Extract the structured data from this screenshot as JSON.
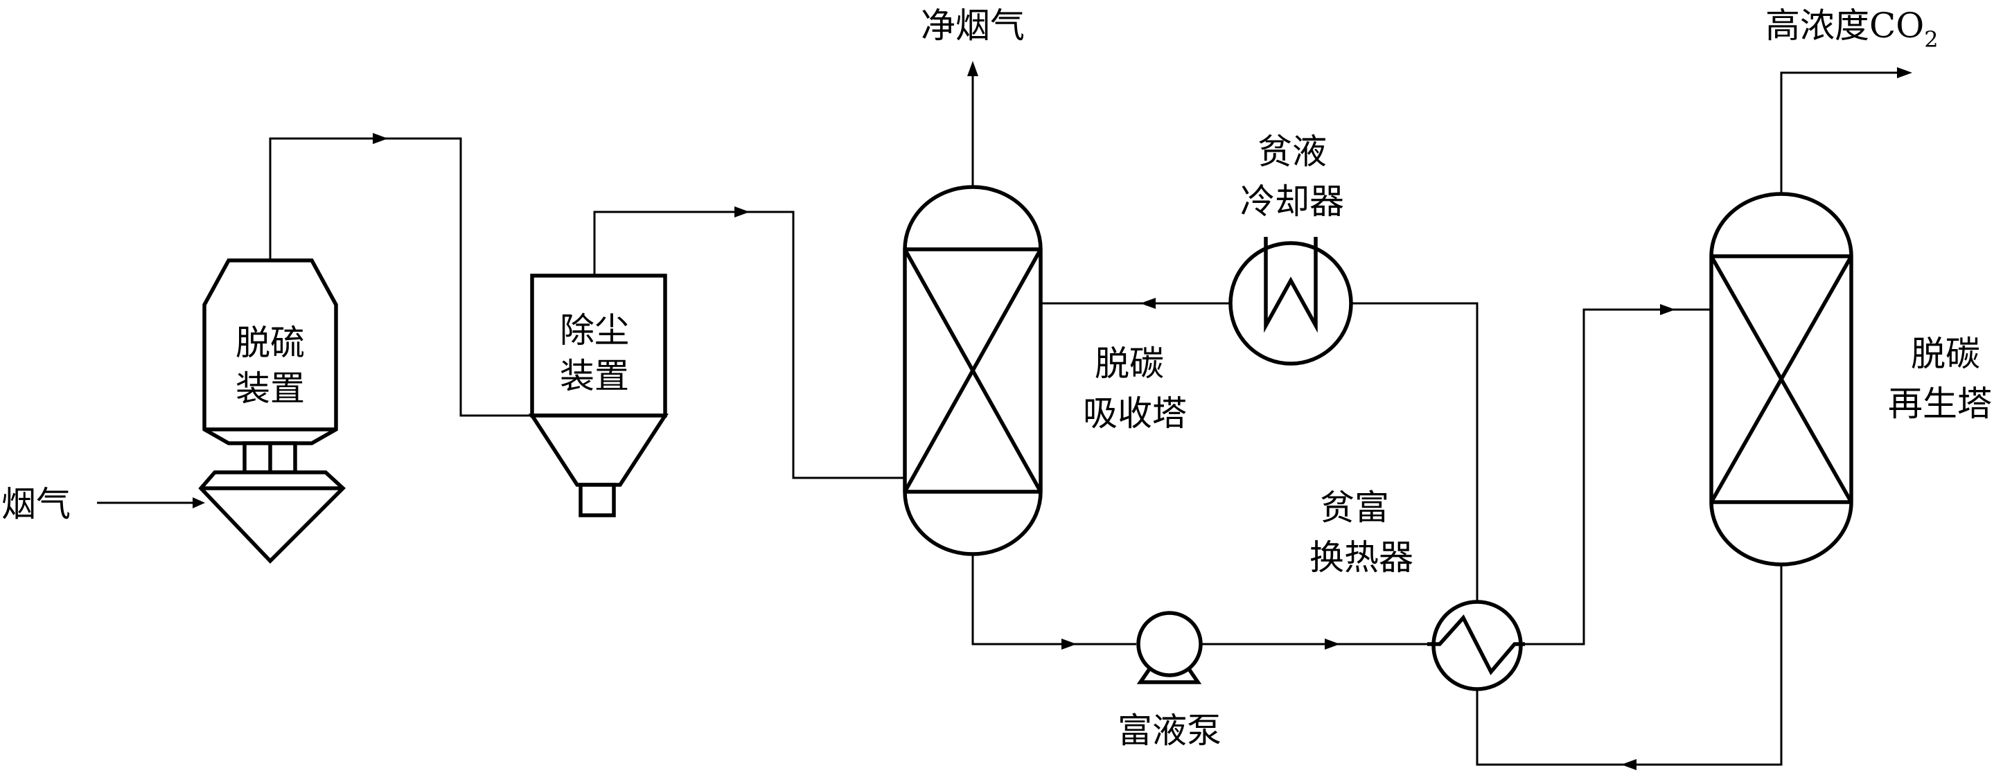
{
  "labels": {
    "flue_gas": "烟气",
    "desulfurization_line1": "脱硫",
    "desulfurization_line2": "装置",
    "dust_removal_line1": "除尘",
    "dust_removal_line2": "装置",
    "clean_flue_gas": "净烟气",
    "lean_cooler_line1": "贫液",
    "lean_cooler_line2": "冷却器",
    "absorber_line1": "脱碳",
    "absorber_line2": "吸收塔",
    "heat_exchanger_line1": "贫富",
    "heat_exchanger_line2": "换热器",
    "rich_pump": "富液泵",
    "regenerator_line1": "脱碳",
    "regenerator_line2": "再生塔",
    "co2_text": "高浓度CO",
    "co2_subscript": "2"
  }
}
